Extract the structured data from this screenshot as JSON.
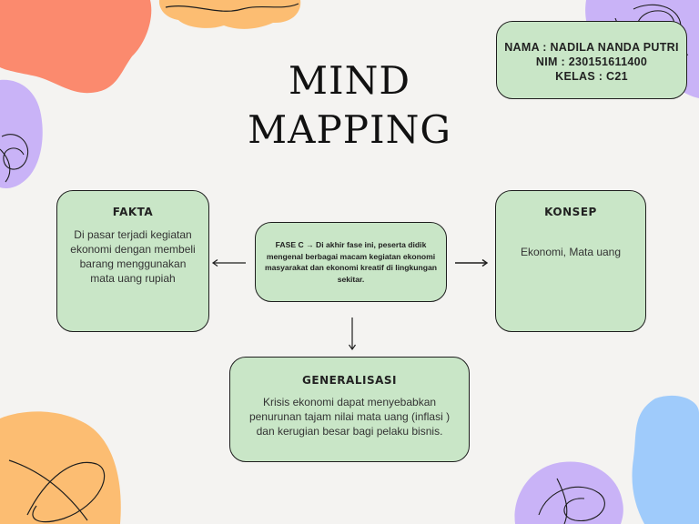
{
  "title": {
    "line1": "MIND",
    "line2": "MAPPING"
  },
  "identity": {
    "nama": "NAMA : NADILA NANDA PUTRI",
    "nim": "NIM : 230151611400",
    "kelas": "KELAS : C21"
  },
  "center": {
    "text": "FASE C → Di akhir fase ini, peserta didik mengenal berbagai macam kegiatan ekonomi masyarakat dan ekonomi kreatif di lingkungan sekitar."
  },
  "fakta": {
    "title": "FAKTA",
    "body": "Di pasar terjadi kegiatan ekonomi dengan membeli barang menggunakan mata uang rupiah"
  },
  "konsep": {
    "title": "KONSEP",
    "body": "Ekonomi, Mata uang"
  },
  "generalisasi": {
    "title": "GENERALISASI",
    "body": "Krisis ekonomi dapat menyebabkan penurunan tajam nilai mata uang (inflasi ) dan kerugian besar bagi pelaku bisnis."
  },
  "colors": {
    "background": "#f4f3f1",
    "box_fill": "#c9e6c7",
    "blob_red": "#fb8a6e",
    "blob_orange": "#fcbd72",
    "blob_purple": "#c9b3f7",
    "blob_blue": "#9fcbfb"
  }
}
